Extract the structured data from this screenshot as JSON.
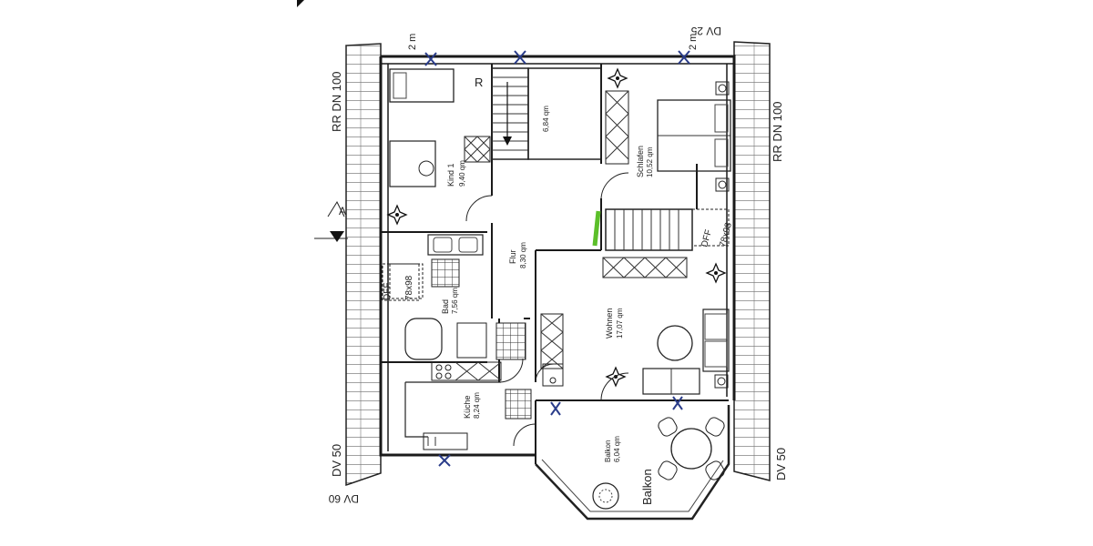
{
  "roof_labels": {
    "left_top": "RR DN 100",
    "right_top": "RR DN 100",
    "left_bottom": "DV 50",
    "right_bottom": "DV 50",
    "top_right": "DV 25",
    "bottom_left": "DV 60",
    "top_left_dim": "2 m",
    "top_right_dim": "2 m"
  },
  "rooms": {
    "kind1_name": "Kind 1",
    "kind1_area": "9,40 qm",
    "stair_area": "6,84 qm",
    "schlafen_name": "Schlafen",
    "schlafen_area": "10,52 qm",
    "flur_name": "Flur",
    "flur_area": "8,30 qm",
    "bad_name": "Bad",
    "bad_area": "7,56 qm",
    "wohnen_name": "Wohnen",
    "wohnen_area": "17,07 qm",
    "kueche_name": "Küche",
    "kueche_area": "8,24 qm",
    "balkon_name": "Balkon",
    "balkon_area": "6,04 qm",
    "balkon_label": "Balkon"
  },
  "windows": {
    "dff_left": "DFF",
    "dff_left_size": "78x98",
    "dff_right": "DFF",
    "dff_right_size": "78x98"
  },
  "markers": {
    "door_r": "R",
    "section": "A"
  }
}
